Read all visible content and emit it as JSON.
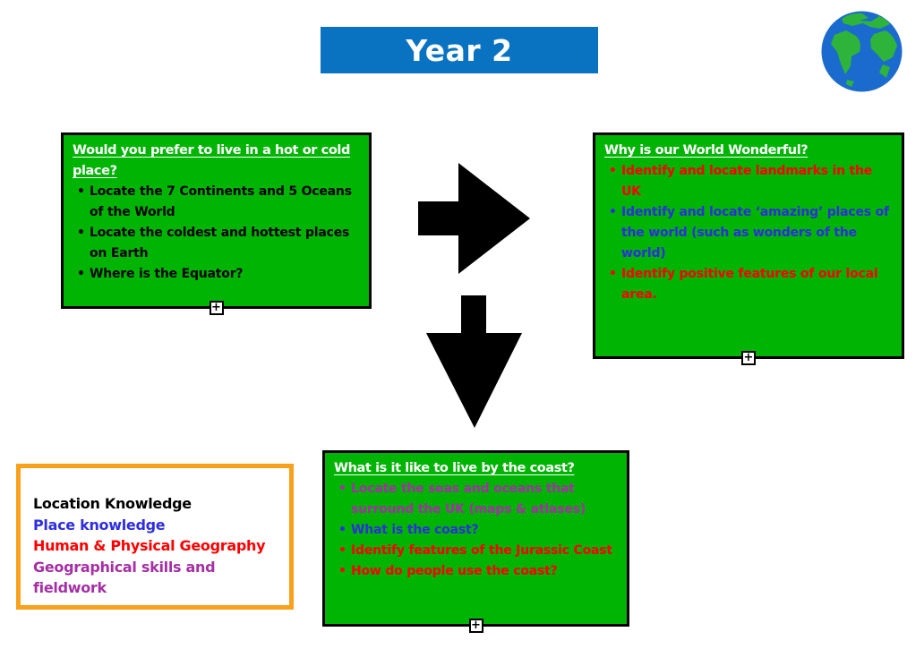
{
  "slide": {
    "title": "Year 2"
  },
  "colors": {
    "title_bar_bg": "#0973C2",
    "box_green": "#00B404",
    "black": "#000000",
    "white": "#FFFFFF",
    "red": "#FF0000",
    "blue": "#2E2EDF",
    "purple": "#A52FA5",
    "legend_border_orange": "#F9A11B",
    "arrow_black": "#000000",
    "globe_ocean": "#1B6BCE",
    "globe_land": "#2EB43B"
  },
  "icons": {
    "plus": "+"
  },
  "boxes": {
    "hot_cold": {
      "title": "Would you prefer to live in a hot or cold place?",
      "items": [
        {
          "text": "Locate the 7 Continents and 5 Oceans of the World",
          "color": "#000000"
        },
        {
          "text": "Locate the coldest and hottest places on Earth",
          "color": "#000000"
        },
        {
          "text": "Where is the Equator?",
          "color": "#000000"
        }
      ]
    },
    "world_wonderful": {
      "title": "Why is our World Wonderful?",
      "items": [
        {
          "text": "Identify and locate landmarks in the UK",
          "color": "#FF0000"
        },
        {
          "text": "Identify and locate ‘amazing’ places of the world (such as wonders of the world)",
          "color": "#2E2EDF"
        },
        {
          "text": "Identify positive features of our local area.",
          "color": "#FF0000"
        }
      ]
    },
    "coast": {
      "title": "What is it like to live by the coast?",
      "items": [
        {
          "text": "Locate the seas and oceans that surround the UK (maps & atlases)",
          "color": "#A52FA5"
        },
        {
          "text": "What is the coast?",
          "color": "#2E2EDF"
        },
        {
          "text": "Identify features of the Jurassic Coast",
          "color": "#FF0000"
        },
        {
          "text": "How do people use the coast?",
          "color": "#FF0000"
        }
      ]
    }
  },
  "legend": {
    "items": [
      {
        "label": "Location Knowledge",
        "color": "#000000"
      },
      {
        "label": "Place knowledge",
        "color": "#2E2EDF"
      },
      {
        "label": "Human & Physical Geography",
        "color": "#FF0000"
      },
      {
        "label": "Geographical skills and fieldwork",
        "color": "#A52FA5"
      }
    ]
  }
}
